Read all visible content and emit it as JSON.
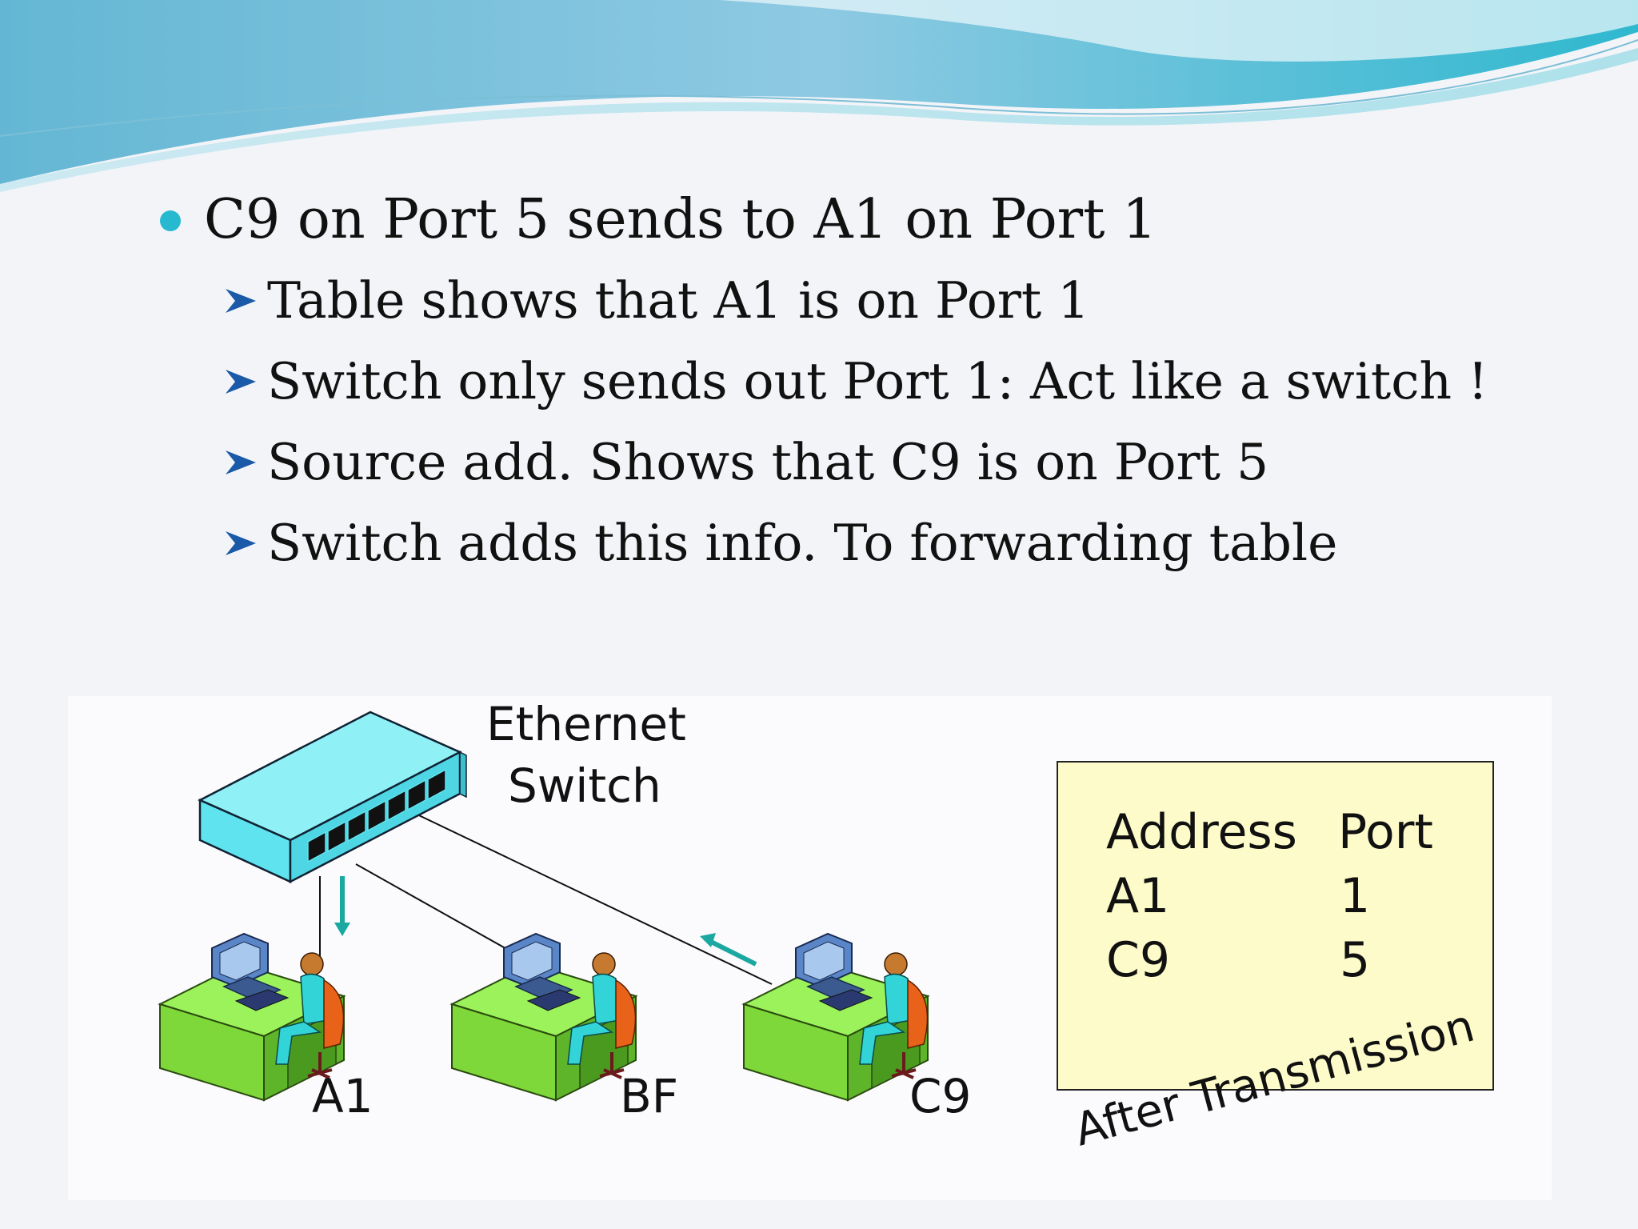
{
  "slide": {
    "main_bullet": "C9 on Port 5 sends to A1 on Port 1",
    "sub_bullets": [
      "Table shows that A1 is on Port 1",
      "Switch only sends out Port 1: Act like a switch !",
      "Source add. Shows that C9 is on Port 5",
      "Switch adds this info. To forwarding table"
    ]
  },
  "diagram": {
    "switch_label_line1": "Ethernet",
    "switch_label_line2": "Switch",
    "hosts": [
      "A1",
      "BF",
      "C9"
    ],
    "table": {
      "headers": [
        "Address",
        "Port"
      ],
      "rows": [
        [
          "A1",
          "1"
        ],
        [
          "C9",
          "5"
        ]
      ],
      "caption": "After Transmission"
    }
  },
  "colors": {
    "bullet": "#27b9cf",
    "arrow": "#1a5aa8",
    "switch": "#5fe3ef",
    "desk": "#82e23a",
    "table_bg": "#fdfbc9",
    "flow_arrow": "#1aa8a0"
  }
}
